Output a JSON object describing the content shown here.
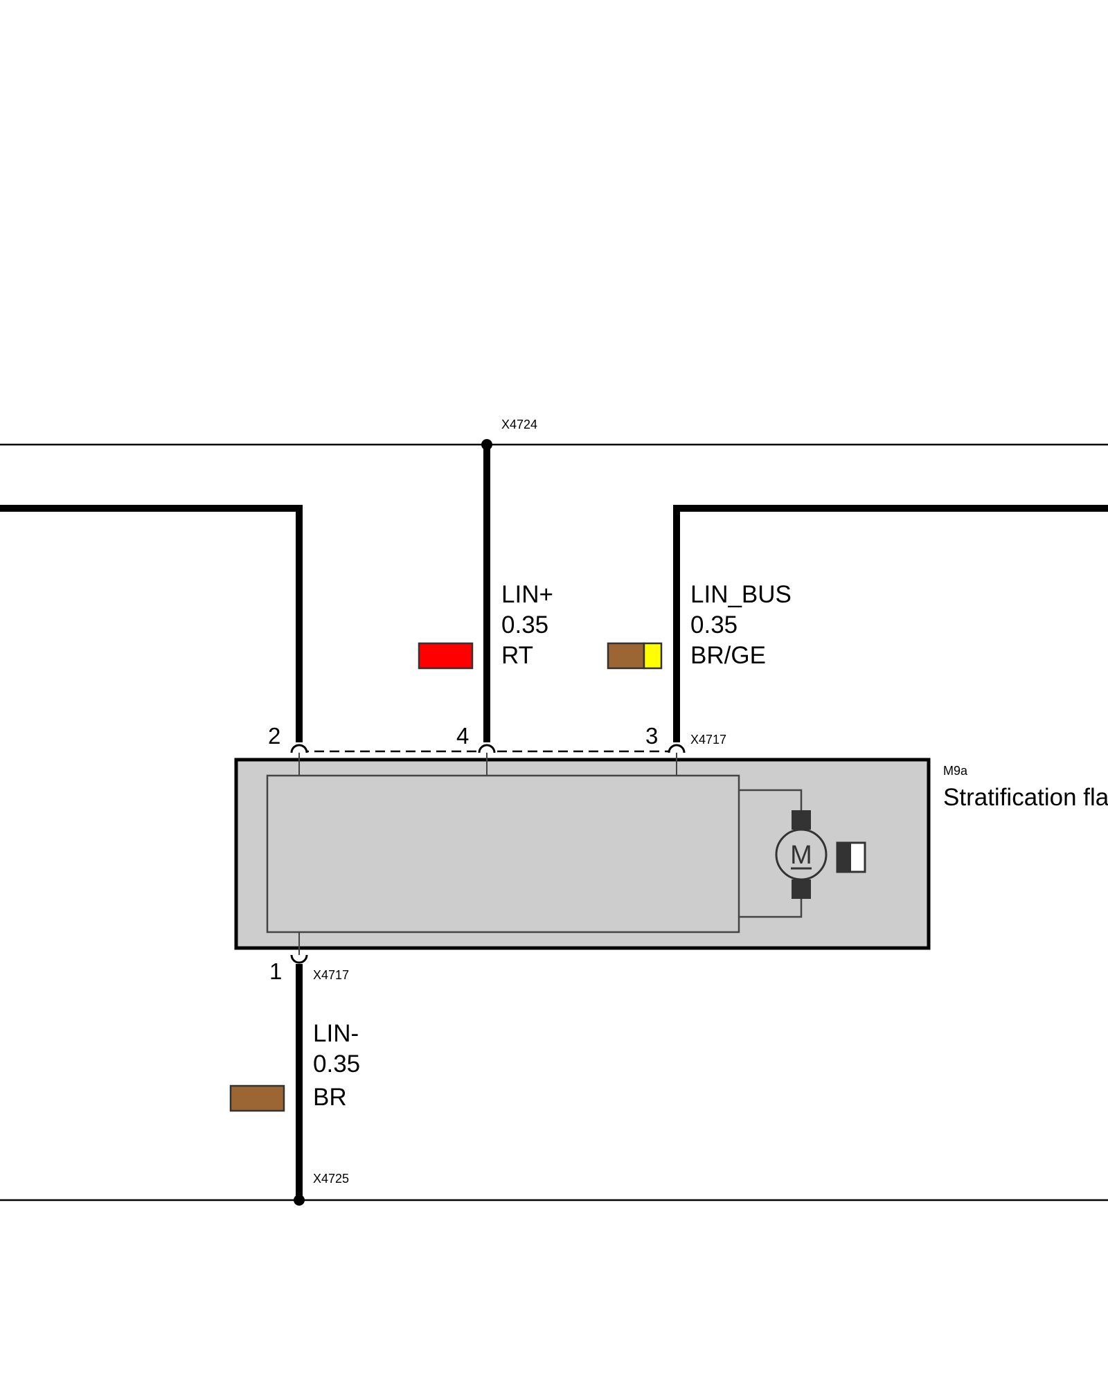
{
  "connectors": {
    "top_splice": "X4724",
    "bottom_splice": "X4725",
    "module_top": "X4717",
    "module_bottom": "X4717"
  },
  "component": {
    "id": "M9a",
    "name": "Stratification flap motor"
  },
  "pins": {
    "p1": "1",
    "p2": "2",
    "p3": "3",
    "p4": "4"
  },
  "wires": {
    "lin_plus": {
      "signal": "LIN+",
      "gauge": "0.35",
      "color_code": "RT",
      "swatch": [
        "#ff0000"
      ]
    },
    "lin_bus": {
      "signal": "LIN_BUS",
      "gauge": "0.35",
      "color_code": "BR/GE",
      "swatch": [
        "#9b6634",
        "#ffff00"
      ]
    },
    "lin_minus": {
      "signal": "LIN-",
      "gauge": "0.35",
      "color_code": "BR",
      "swatch": [
        "#9b6634"
      ]
    }
  },
  "motor_symbol": "M",
  "colors": {
    "module_fill": "#cdcdcd",
    "wire": "#000000"
  }
}
